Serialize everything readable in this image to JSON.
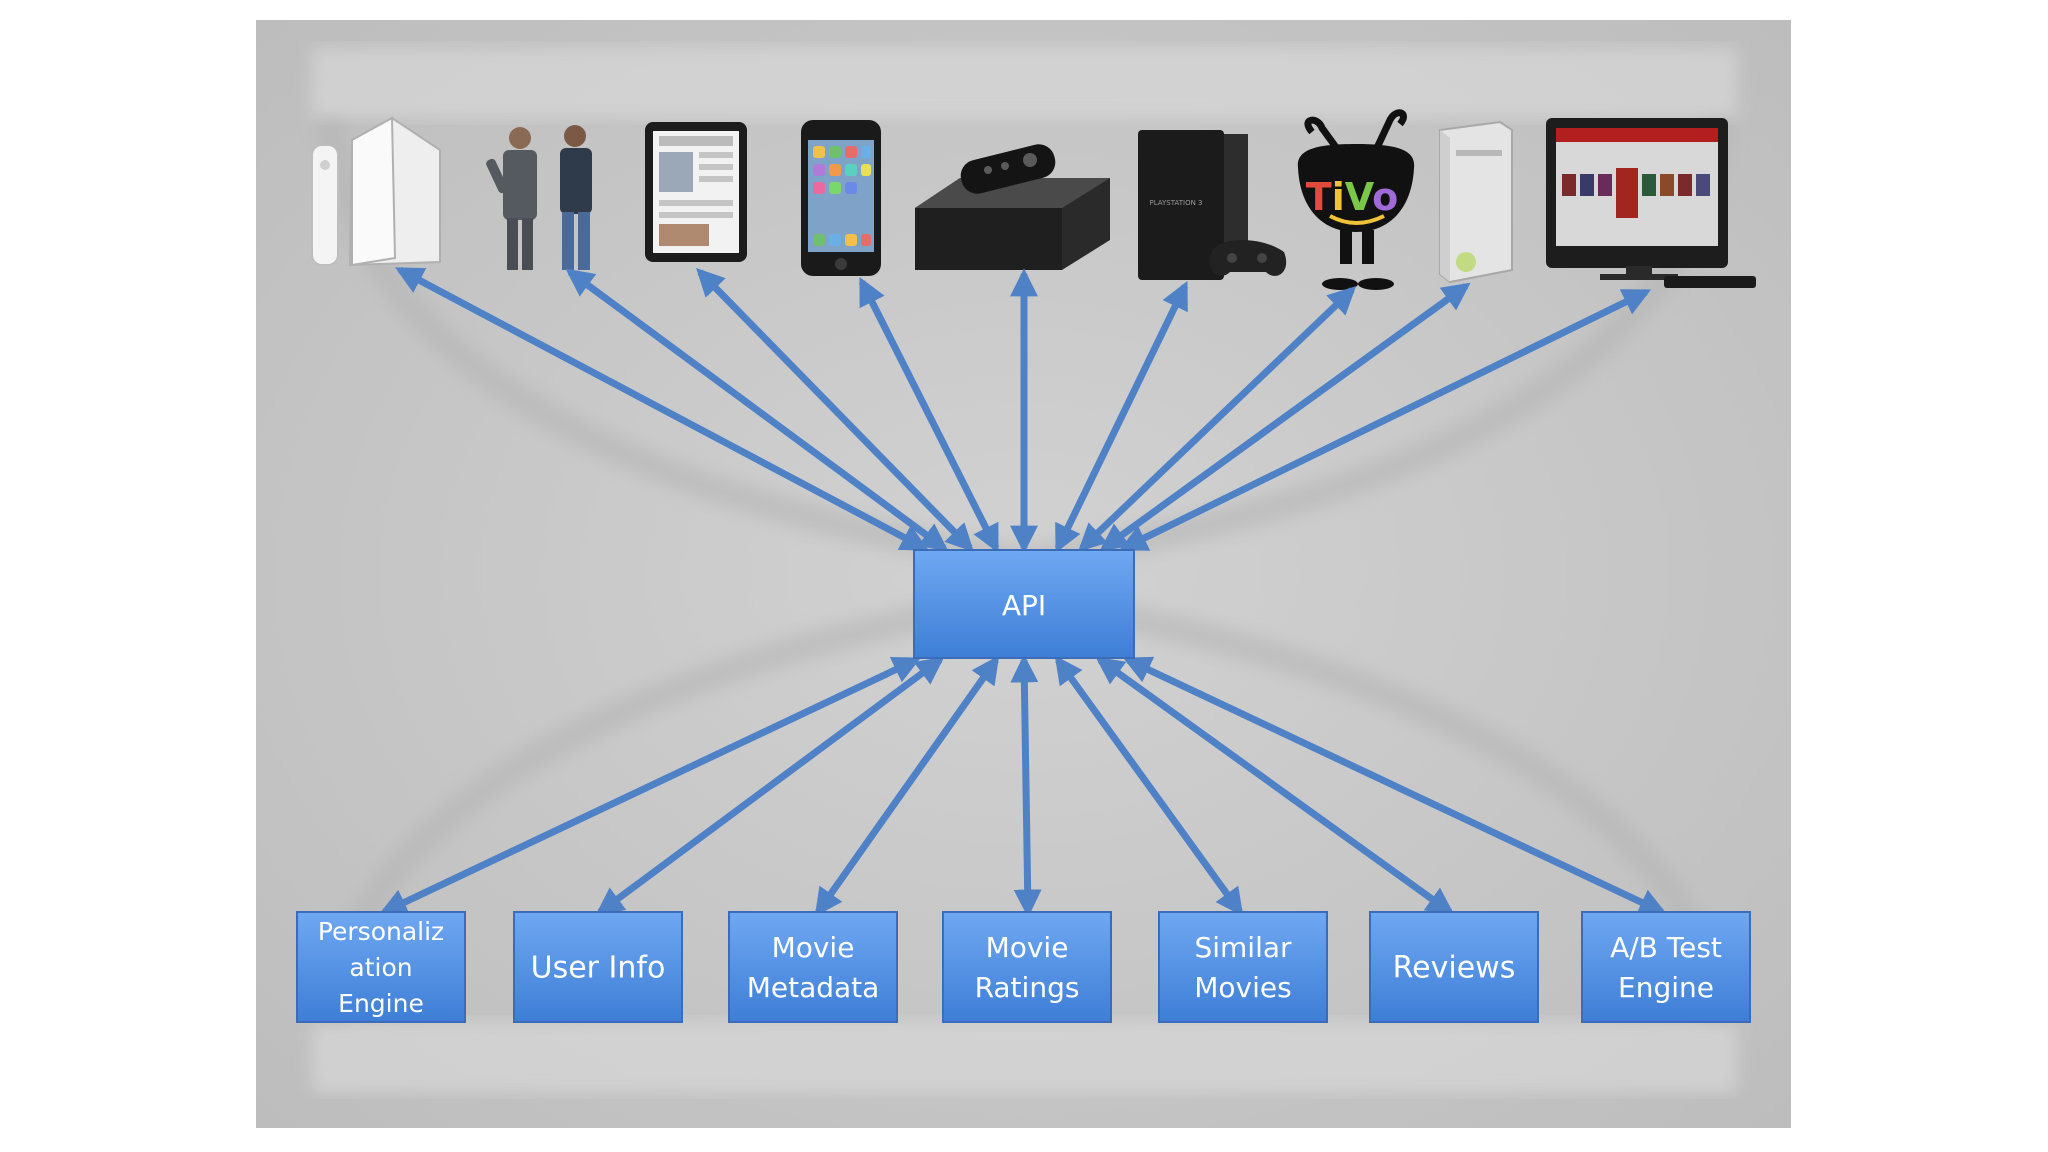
{
  "colors": {
    "panel": "#c9c9c9",
    "panel_light": "#d8d8d8",
    "box_top": "#6aa3ef",
    "box_bottom": "#3f7fd9",
    "box_border": "#3a6cb8",
    "arrow": "#4f81c7",
    "box_text": "#ffffff"
  },
  "hub": {
    "label": "API"
  },
  "devices": [
    {
      "name": "wii-device",
      "icon": "game-console-icon"
    },
    {
      "name": "people-device",
      "icon": "people-icon"
    },
    {
      "name": "ipad-device",
      "icon": "tablet-icon"
    },
    {
      "name": "iphone-device",
      "icon": "smartphone-icon"
    },
    {
      "name": "roku-device",
      "icon": "set-top-box-icon"
    },
    {
      "name": "ps3-device",
      "icon": "game-console-icon",
      "printed": "PLAYSTATION 3"
    },
    {
      "name": "tivo-device",
      "icon": "tivo-logo-icon",
      "printed": "TiVo"
    },
    {
      "name": "xbox-device",
      "icon": "game-console-icon"
    },
    {
      "name": "tv-device",
      "icon": "television-icon"
    }
  ],
  "services": [
    {
      "lines": [
        "Personaliz",
        "ation",
        "Engine"
      ]
    },
    {
      "lines": [
        "User Info"
      ]
    },
    {
      "lines": [
        "Movie",
        "Metadata"
      ]
    },
    {
      "lines": [
        "Movie",
        "Ratings"
      ]
    },
    {
      "lines": [
        "Similar",
        "Movies"
      ]
    },
    {
      "lines": [
        "Reviews"
      ]
    },
    {
      "lines": [
        "A/B Test",
        "Engine"
      ]
    }
  ]
}
